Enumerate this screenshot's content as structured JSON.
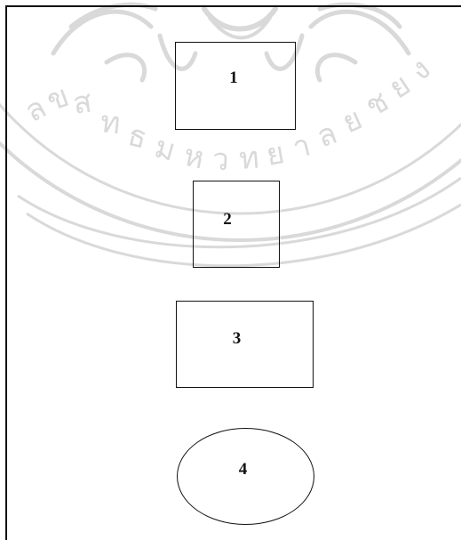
{
  "diagram": {
    "shapes": [
      {
        "id": "1",
        "label": "1",
        "shape": "rectangle"
      },
      {
        "id": "2",
        "label": "2",
        "shape": "square"
      },
      {
        "id": "3",
        "label": "3",
        "shape": "rectangle"
      },
      {
        "id": "4",
        "label": "4",
        "shape": "ellipse"
      }
    ]
  },
  "watermark": {
    "text": "ลิขสิทธิ์มหาวิทยาลัยเชียงใหม่",
    "color": "#d9d9d9"
  },
  "colors": {
    "line": "#111111",
    "background": "#ffffff"
  }
}
